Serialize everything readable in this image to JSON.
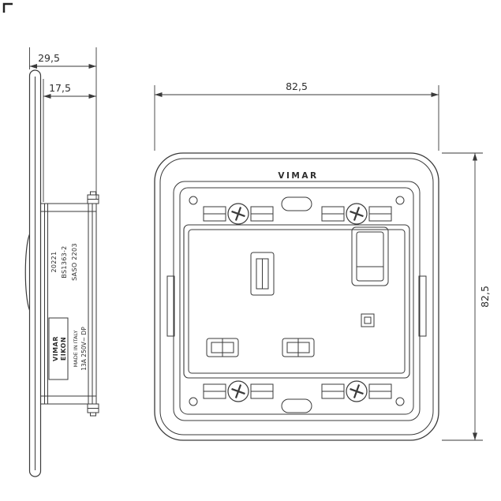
{
  "side_view": {
    "dim_total_depth": "29,5",
    "dim_body_depth": "17,5",
    "marking_code": "20221",
    "marking_standard": "BS1363-2",
    "marking_cert": "SASO 2203",
    "brand_name": "VIMAR",
    "brand_series": "EIKON",
    "made_in": "MADE IN ITALY",
    "rating": "13A 250V~ DP"
  },
  "front_view": {
    "dim_width": "82,5",
    "dim_height": "82,5",
    "brand": "VIMAR"
  },
  "colors": {
    "line": "#3a3a3a",
    "background": "#ffffff"
  }
}
